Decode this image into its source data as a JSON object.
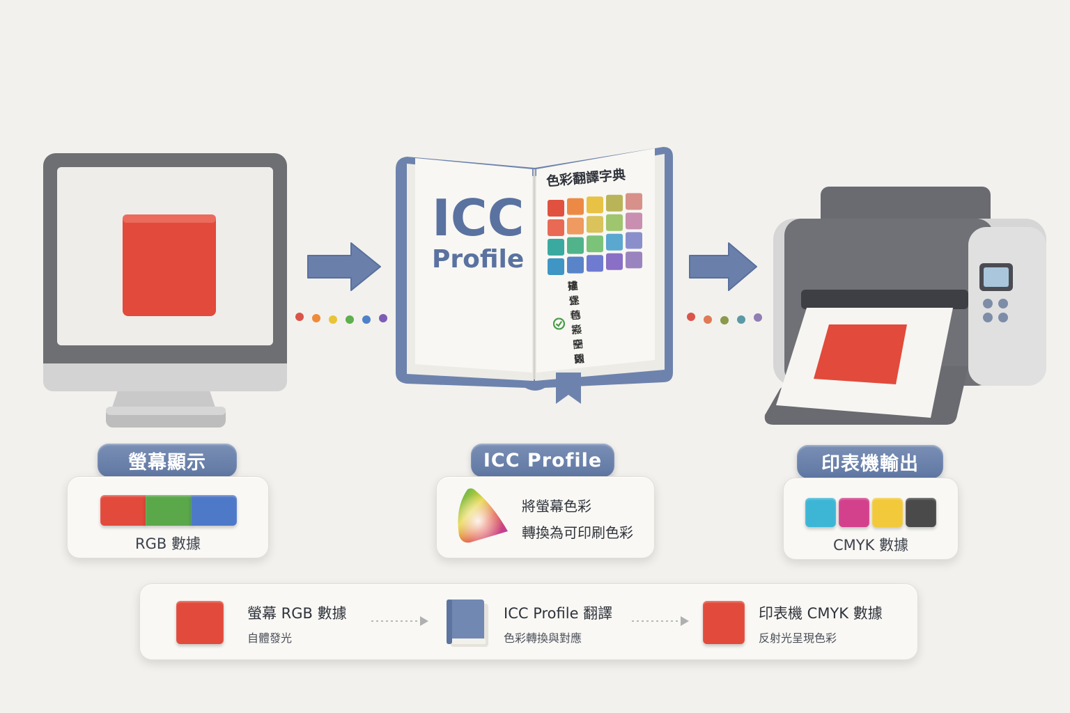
{
  "colors": {
    "accent_blue": "#6880ab",
    "red": "#e24a3b",
    "green": "#5aa84a",
    "blue": "#4e78c8",
    "cyan": "#3db6d6",
    "magenta": "#d3418c",
    "yellow": "#f2c93a",
    "black": "#4a4a4a"
  },
  "stages": {
    "screen": {
      "label": "螢幕顯示",
      "caption": "RGB 數據"
    },
    "icc": {
      "label": "ICC Profile",
      "desc_line1": "將螢幕色彩",
      "desc_line2": "轉換為可印刷色彩"
    },
    "printer": {
      "label": "印表機輸出",
      "caption": "CMYK 數據"
    }
  },
  "book": {
    "cover_line1": "ICC",
    "cover_line2": "Profile",
    "title": "色彩翻譯字典",
    "checklist": [
      "描述色彩空間",
      "建立轉換關係",
      "確保色彩一致"
    ]
  },
  "summary": [
    {
      "title": "螢幕 RGB 數據",
      "subtitle": "自體發光"
    },
    {
      "title": "ICC Profile 翻譯",
      "subtitle": "色彩轉換與對應"
    },
    {
      "title": "印表機 CMYK 數據",
      "subtitle": "反射光呈現色彩"
    }
  ]
}
